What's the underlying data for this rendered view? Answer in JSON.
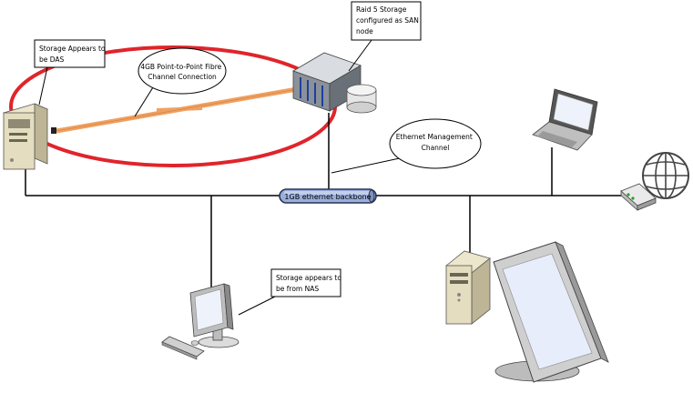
{
  "callouts": {
    "das": [
      "Storage Appears to",
      "be DAS"
    ],
    "raid": [
      "Raid 5 Storage",
      "configured as SAN",
      "node"
    ],
    "fibre": [
      "4GB Point-to-Point Fibre",
      "Channel Connection"
    ],
    "ethernet_mgmt": [
      "Ethernet Management",
      "Channel"
    ],
    "nas": [
      "Storage appears to",
      "be from NAS"
    ]
  },
  "backbone": {
    "label": "1GB ethernet backbone"
  },
  "icons": [
    "server-tower-icon",
    "rack-server-icon",
    "disk-storage-icon",
    "laptop-icon",
    "router-icon",
    "globe-icon",
    "desktop-pc-icon",
    "workstation-icon",
    "keyboard-icon"
  ],
  "colors": {
    "san_ring": "#e0242b",
    "fibre": "#f0a060",
    "backbone": "#9aaedd",
    "line": "#000000"
  }
}
